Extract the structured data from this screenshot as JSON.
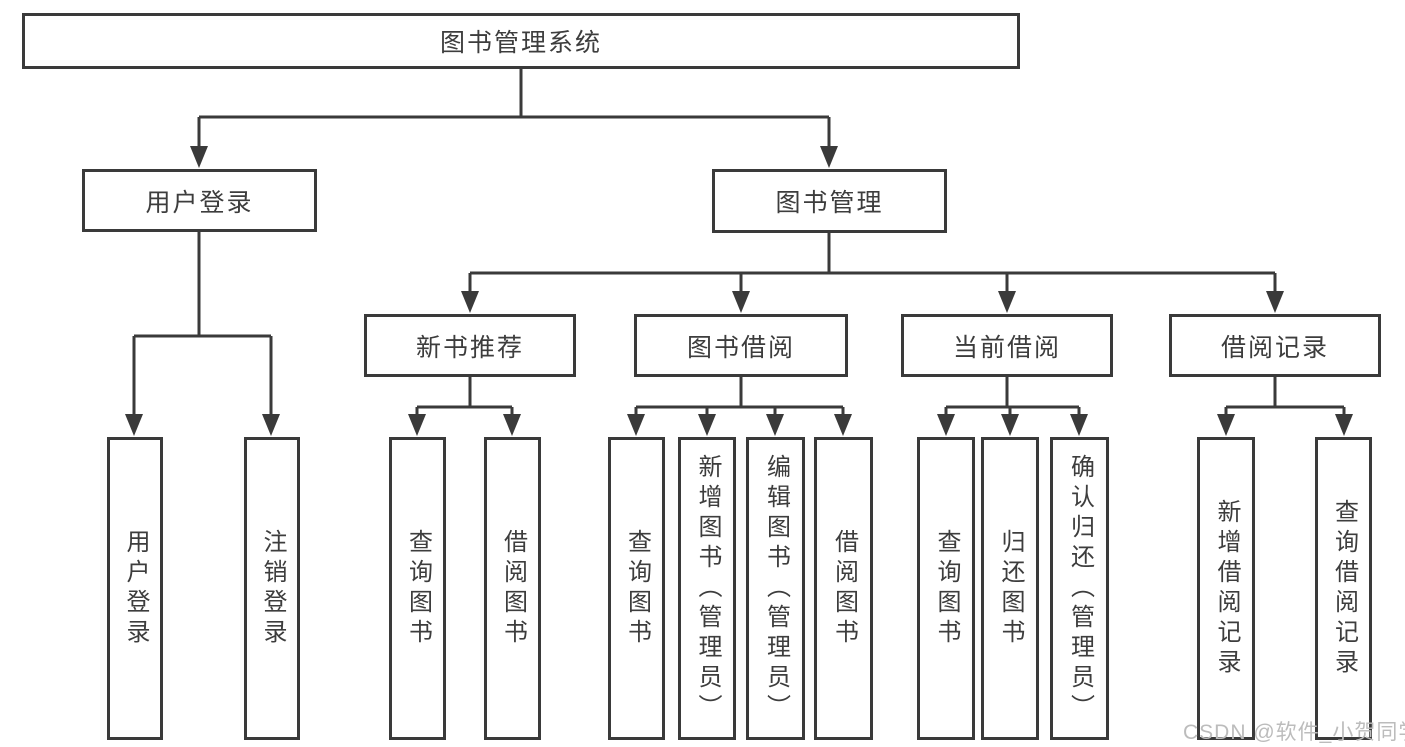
{
  "title": "图书管理系统",
  "watermark": "CSDN @软件_小贺同学",
  "colors": {
    "line": "#3a3a3a",
    "text": "#3d3d3d",
    "watermark": "#bcbcbc",
    "background": "#ffffff"
  },
  "root": {
    "label": "图书管理系统"
  },
  "level2": [
    {
      "label": "用户登录",
      "parent": "图书管理系统"
    },
    {
      "label": "图书管理",
      "parent": "图书管理系统"
    }
  ],
  "level3": [
    {
      "label": "新书推荐",
      "parent": "图书管理"
    },
    {
      "label": "图书借阅",
      "parent": "图书管理"
    },
    {
      "label": "当前借阅",
      "parent": "图书管理"
    },
    {
      "label": "借阅记录",
      "parent": "图书管理"
    }
  ],
  "leaves": [
    {
      "label": "用户登录",
      "parent": "用户登录"
    },
    {
      "label": "注销登录",
      "parent": "用户登录"
    },
    {
      "label": "查询图书",
      "parent": "新书推荐"
    },
    {
      "label": "借阅图书",
      "parent": "新书推荐"
    },
    {
      "label": "查询图书",
      "parent": "图书借阅"
    },
    {
      "label": "新增图书（管理员）",
      "parent": "图书借阅"
    },
    {
      "label": "编辑图书（管理员）",
      "parent": "图书借阅"
    },
    {
      "label": "借阅图书",
      "parent": "图书借阅"
    },
    {
      "label": "查询图书",
      "parent": "当前借阅"
    },
    {
      "label": "归还图书",
      "parent": "当前借阅"
    },
    {
      "label": "确认归还（管理员）",
      "parent": "当前借阅"
    },
    {
      "label": "新增借阅记录",
      "parent": "借阅记录"
    },
    {
      "label": "查询借阅记录",
      "parent": "借阅记录"
    }
  ]
}
